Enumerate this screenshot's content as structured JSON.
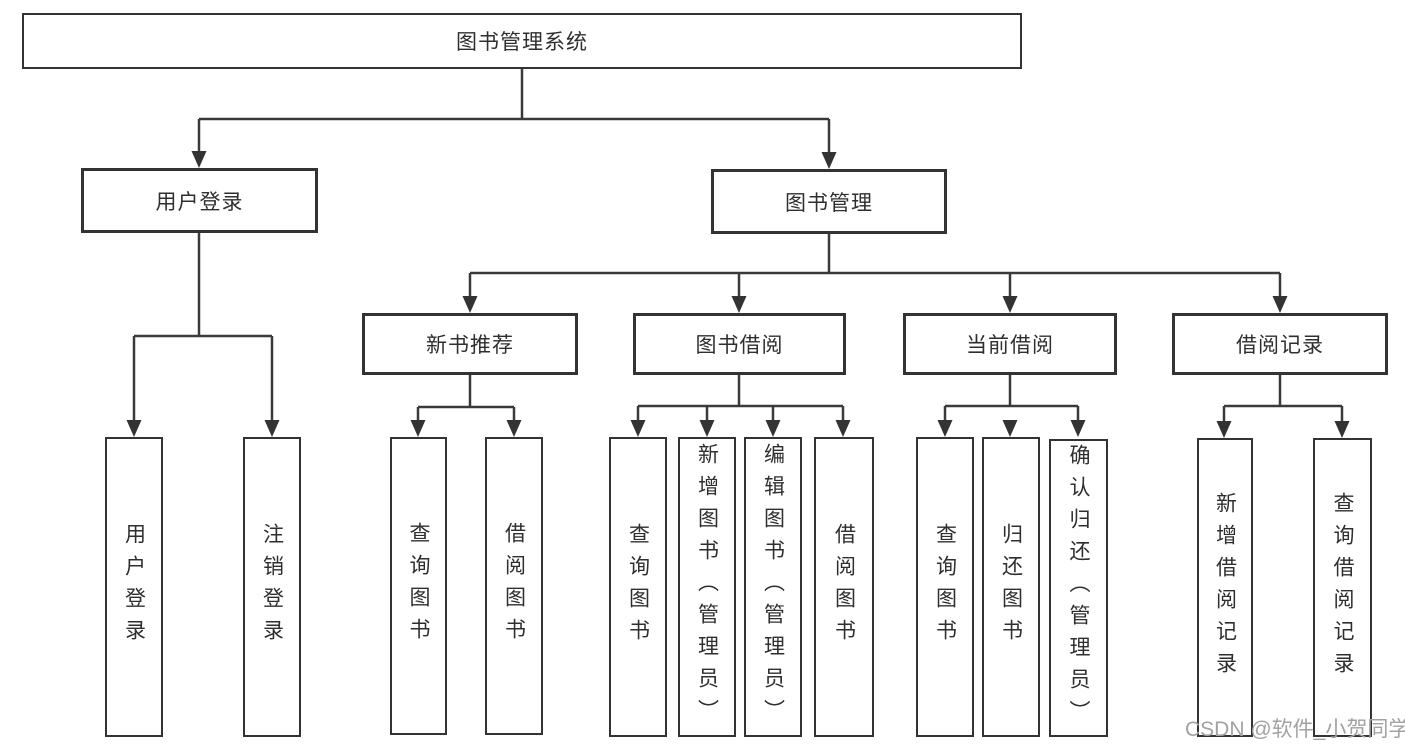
{
  "diagram": {
    "title": "图书管理系统",
    "type": "functional-structure-tree",
    "background_color": "#ffffff",
    "line_color": "#3a3a3a",
    "text_color": "#2f2f2f",
    "watermark": "CSDN @软件_小贺同学",
    "watermark_color": "#a2a2a2",
    "nodes": {
      "root": {
        "label": "图书管理系统"
      },
      "user_login": {
        "label": "用户登录"
      },
      "book_mgmt": {
        "label": "图书管理"
      },
      "new_rec": {
        "label": "新书推荐"
      },
      "book_borrow": {
        "label": "图书借阅"
      },
      "cur_borrow": {
        "label": "当前借阅"
      },
      "record": {
        "label": "借阅记录"
      },
      "leaf_login": {
        "label": "用户登录"
      },
      "leaf_logout": {
        "label": "注销登录"
      },
      "rec_query": {
        "label": "查询图书"
      },
      "rec_borrow": {
        "label": "借阅图书"
      },
      "bb_query": {
        "label": "查询图书"
      },
      "bb_add": {
        "label": "新增图书（管理员）"
      },
      "bb_edit": {
        "label": "编辑图书（管理员）"
      },
      "bb_borrow": {
        "label": "借阅图书"
      },
      "cb_query": {
        "label": "查询图书"
      },
      "cb_return": {
        "label": "归还图书"
      },
      "cb_confirm": {
        "label": "确认归还（管理员）"
      },
      "br_add": {
        "label": "新增借阅记录"
      },
      "br_query": {
        "label": "查询借阅记录"
      }
    },
    "edges": [
      {
        "parent": "图书管理系统",
        "children": [
          "用户登录",
          "图书管理"
        ]
      },
      {
        "parent": "用户登录",
        "children": [
          "用户登录",
          "注销登录"
        ]
      },
      {
        "parent": "图书管理",
        "children": [
          "新书推荐",
          "图书借阅",
          "当前借阅",
          "借阅记录"
        ]
      },
      {
        "parent": "新书推荐",
        "children": [
          "查询图书",
          "借阅图书"
        ]
      },
      {
        "parent": "图书借阅",
        "children": [
          "查询图书",
          "新增图书（管理员）",
          "编辑图书（管理员）",
          "借阅图书"
        ]
      },
      {
        "parent": "当前借阅",
        "children": [
          "查询图书",
          "归还图书",
          "确认归还（管理员）"
        ]
      },
      {
        "parent": "借阅记录",
        "children": [
          "新增借阅记录",
          "查询借阅记录"
        ]
      }
    ]
  }
}
